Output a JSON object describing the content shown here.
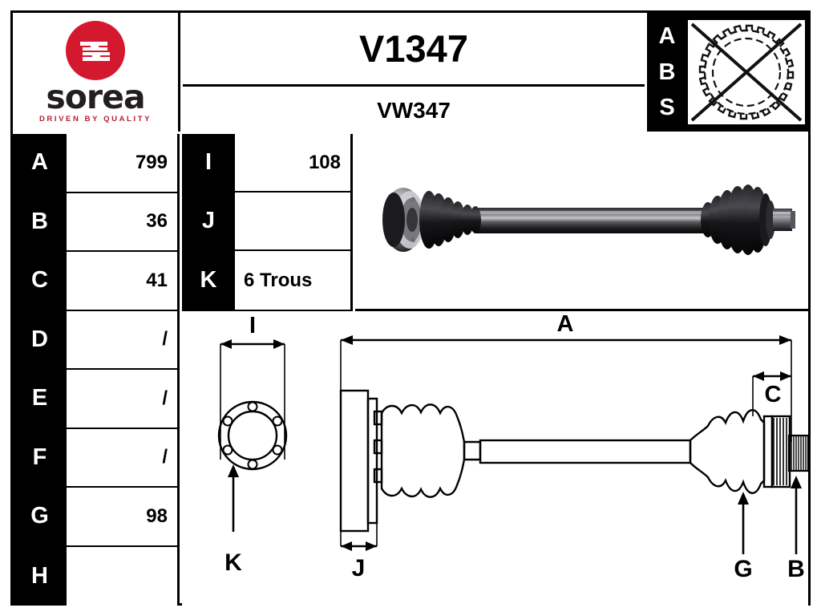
{
  "brand": {
    "name": "sorea",
    "tagline": "DRIVEN BY QUALITY",
    "logo_color": "#d4192e",
    "wordmark_color": "#231f20"
  },
  "header": {
    "reference": "V1347",
    "oem_reference": "VW347",
    "abs": {
      "label_letters": [
        "A",
        "B",
        "S"
      ],
      "icon": "abs-ring-crossed-out-icon",
      "present": false
    }
  },
  "specs": {
    "columns": [
      "key",
      "value"
    ],
    "rows": [
      {
        "key": "A",
        "value": "799"
      },
      {
        "key": "B",
        "value": "36"
      },
      {
        "key": "C",
        "value": "41"
      },
      {
        "key": "D",
        "value": "/"
      },
      {
        "key": "E",
        "value": "/"
      },
      {
        "key": "F",
        "value": "/"
      },
      {
        "key": "G",
        "value": "98"
      },
      {
        "key": "H",
        "value": ""
      }
    ]
  },
  "specs_secondary": {
    "rows": [
      {
        "key": "I",
        "value": "108",
        "align": "right"
      },
      {
        "key": "J",
        "value": "",
        "align": "right"
      },
      {
        "key": "K",
        "value": "6 Trous",
        "align": "left"
      }
    ]
  },
  "product_photo": {
    "name": "drive-shaft-photo",
    "description": "CV drive shaft with rubber boots and chrome flange"
  },
  "drawing": {
    "name": "technical-drawing",
    "labels": {
      "flange_diameter": "I",
      "bolt_holes": "K",
      "overall_length": "A",
      "flange_thickness": "J",
      "abs_ring_or_joint": "G",
      "spline_end": "B",
      "spline_length": "C"
    }
  }
}
